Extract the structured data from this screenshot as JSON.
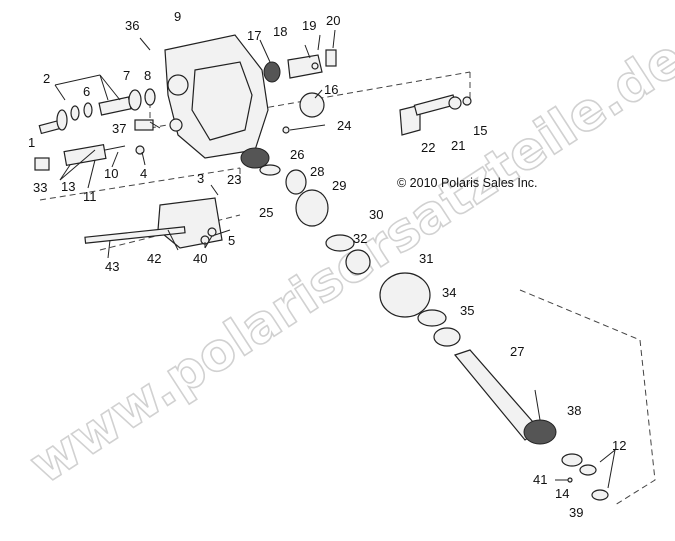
{
  "copyright": "© 2010 Polaris Sales Inc.",
  "watermark": "www.polarisersatzteile.de",
  "callouts": {
    "n1": "1",
    "n2": "2",
    "n3": "3",
    "n4": "4",
    "n5": "5",
    "n6": "6",
    "n7": "7",
    "n8": "8",
    "n9": "9",
    "n10": "10",
    "n11": "11",
    "n12": "12",
    "n13": "13",
    "n14": "14",
    "n15": "15",
    "n16": "16",
    "n17": "17",
    "n18": "18",
    "n19": "19",
    "n20": "20",
    "n21": "21",
    "n22": "22",
    "n23": "23",
    "n24": "24",
    "n25": "25",
    "n26": "26",
    "n27": "27",
    "n28": "28",
    "n29": "29",
    "n30": "30",
    "n31": "31",
    "n32": "32",
    "n33": "33",
    "n34": "34",
    "n35": "35",
    "n36": "36",
    "n37": "37",
    "n38": "38",
    "n39": "39",
    "n40": "40",
    "n41": "41",
    "n42": "42",
    "n43": "43"
  }
}
